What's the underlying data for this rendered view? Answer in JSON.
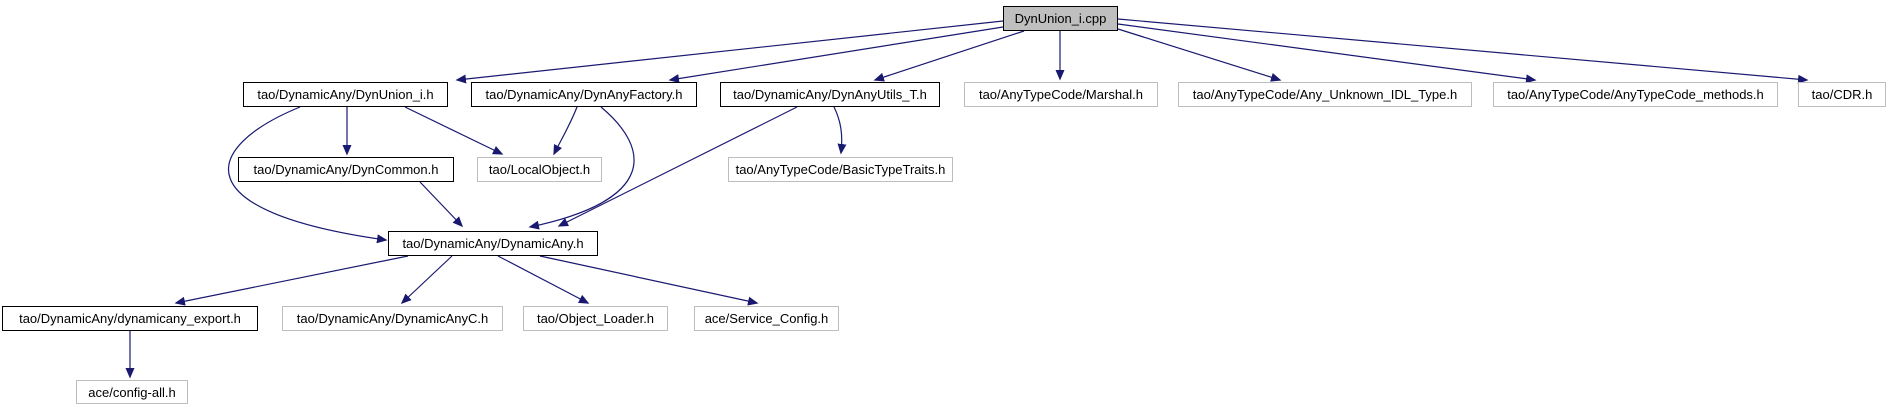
{
  "diagram": {
    "type": "include-dependency-graph",
    "edge_color": "#191970",
    "root_fill_color": "#bfbfbf",
    "internal_border_color": "#000000",
    "external_border_color": "#bdbdbd",
    "nodes": [
      {
        "id": "dynunion_cpp",
        "label": "DynUnion_i.cpp",
        "role": "root"
      },
      {
        "id": "dynunion_i_h",
        "label": "tao/DynamicAny/DynUnion_i.h",
        "role": "internal"
      },
      {
        "id": "dynanyfactory",
        "label": "tao/DynamicAny/DynAnyFactory.h",
        "role": "internal"
      },
      {
        "id": "dynanyutils",
        "label": "tao/DynamicAny/DynAnyUtils_T.h",
        "role": "internal"
      },
      {
        "id": "marshal",
        "label": "tao/AnyTypeCode/Marshal.h",
        "role": "external"
      },
      {
        "id": "any_unknown",
        "label": "tao/AnyTypeCode/Any_Unknown_IDL_Type.h",
        "role": "external"
      },
      {
        "id": "atc_methods",
        "label": "tao/AnyTypeCode/AnyTypeCode_methods.h",
        "role": "external"
      },
      {
        "id": "cdr",
        "label": "tao/CDR.h",
        "role": "external"
      },
      {
        "id": "dyncommon",
        "label": "tao/DynamicAny/DynCommon.h",
        "role": "internal"
      },
      {
        "id": "localobject",
        "label": "tao/LocalObject.h",
        "role": "external"
      },
      {
        "id": "basictypetraits",
        "label": "tao/AnyTypeCode/BasicTypeTraits.h",
        "role": "external"
      },
      {
        "id": "dynamicany",
        "label": "tao/DynamicAny/DynamicAny.h",
        "role": "internal"
      },
      {
        "id": "dynany_export",
        "label": "tao/DynamicAny/dynamicany_export.h",
        "role": "internal"
      },
      {
        "id": "dynamicany_c",
        "label": "tao/DynamicAny/DynamicAnyC.h",
        "role": "external"
      },
      {
        "id": "object_loader",
        "label": "tao/Object_Loader.h",
        "role": "external"
      },
      {
        "id": "service_config",
        "label": "ace/Service_Config.h",
        "role": "external"
      },
      {
        "id": "config_all",
        "label": "ace/config-all.h",
        "role": "external"
      }
    ],
    "edges": [
      {
        "from": "dynunion_cpp",
        "to": "dynunion_i_h"
      },
      {
        "from": "dynunion_cpp",
        "to": "dynanyfactory"
      },
      {
        "from": "dynunion_cpp",
        "to": "dynanyutils"
      },
      {
        "from": "dynunion_cpp",
        "to": "marshal"
      },
      {
        "from": "dynunion_cpp",
        "to": "any_unknown"
      },
      {
        "from": "dynunion_cpp",
        "to": "atc_methods"
      },
      {
        "from": "dynunion_cpp",
        "to": "cdr"
      },
      {
        "from": "dynunion_i_h",
        "to": "dyncommon"
      },
      {
        "from": "dynunion_i_h",
        "to": "localobject"
      },
      {
        "from": "dynunion_i_h",
        "to": "dynamicany"
      },
      {
        "from": "dynanyfactory",
        "to": "localobject"
      },
      {
        "from": "dynanyfactory",
        "to": "dynamicany"
      },
      {
        "from": "dynanyutils",
        "to": "basictypetraits"
      },
      {
        "from": "dynanyutils",
        "to": "dynamicany"
      },
      {
        "from": "dyncommon",
        "to": "dynamicany"
      },
      {
        "from": "dynamicany",
        "to": "dynany_export"
      },
      {
        "from": "dynamicany",
        "to": "dynamicany_c"
      },
      {
        "from": "dynamicany",
        "to": "object_loader"
      },
      {
        "from": "dynamicany",
        "to": "service_config"
      },
      {
        "from": "dynany_export",
        "to": "config_all"
      }
    ]
  }
}
